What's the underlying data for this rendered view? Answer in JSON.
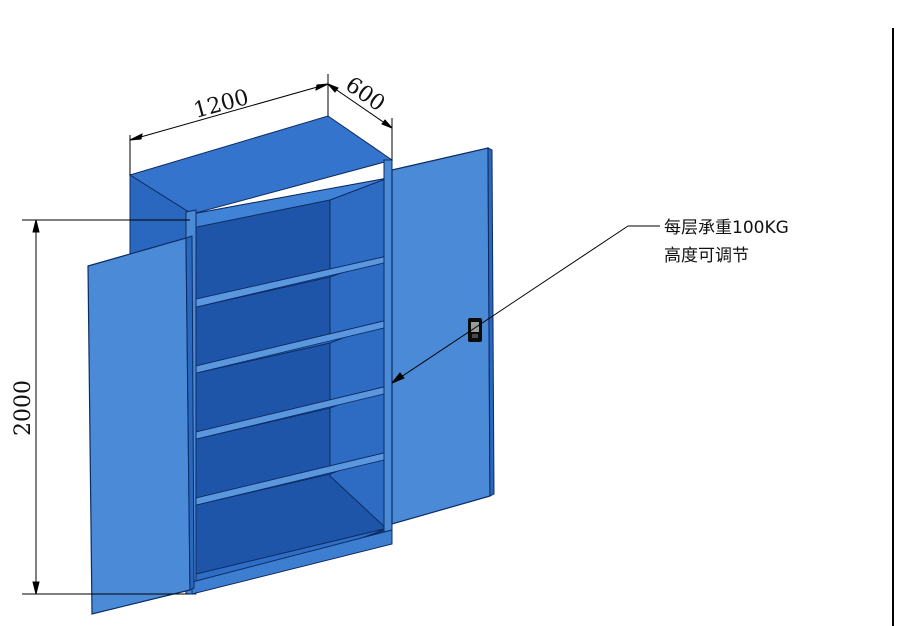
{
  "dimensions": {
    "width": "1200",
    "depth": "600",
    "height": "2000"
  },
  "annotation": {
    "line1": "每层承重100KG",
    "line2": "高度可调节"
  },
  "colors": {
    "panel_front": "#3d7ed1",
    "panel_side": "#2a67be",
    "panel_top": "#3574cc",
    "interior_back": "#1f55a8",
    "shelf_top": "#2e6cc4",
    "door": "#4a8ad6",
    "edge": "#0d2c63",
    "line": "#000000"
  }
}
